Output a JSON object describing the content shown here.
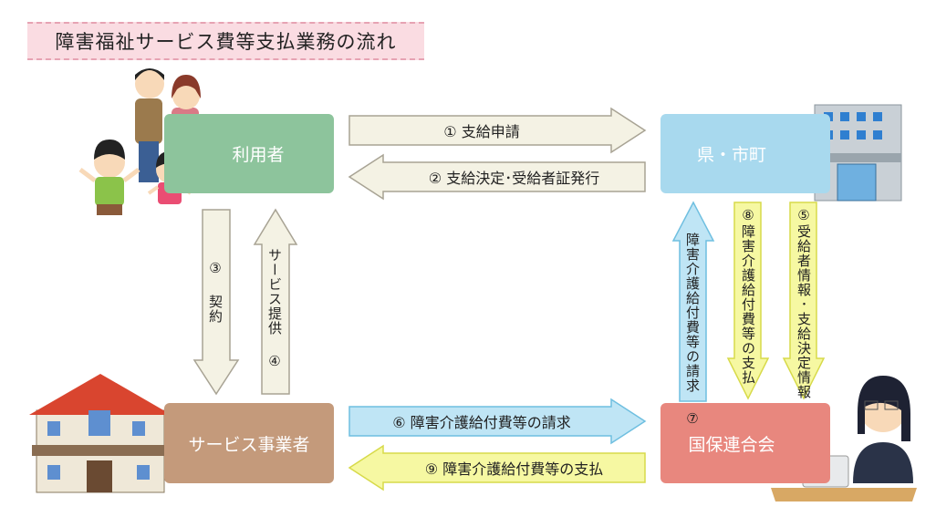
{
  "title": "障害福祉サービス費等支払業務の流れ",
  "nodes": {
    "user": "利用者",
    "municipality": "県・市町",
    "provider": "サービス事業者",
    "federation": "国保連合会"
  },
  "arrows": {
    "a1": "① 支給申請",
    "a2": "② 支給決定･受給者証発行",
    "a3": "③ 契約",
    "a4": "サービス提供 ④",
    "a5": "⑤受給者情報･支給決定情報",
    "a6": "⑥ 障害介護給付費等の請求",
    "a7": "障害介護給付費等の請求 ⑦",
    "a8": "⑧障害介護給付費等の支払",
    "a9": "⑨ 障害介護給付費等の支払"
  },
  "colors": {
    "user": "#8dc49c",
    "municipality": "#a8d9ee",
    "provider": "#c49a7b",
    "federation": "#e8877e",
    "beige": "#f4f2e4",
    "blue": "#bfe5f5",
    "yellow": "#f6f8a2"
  }
}
